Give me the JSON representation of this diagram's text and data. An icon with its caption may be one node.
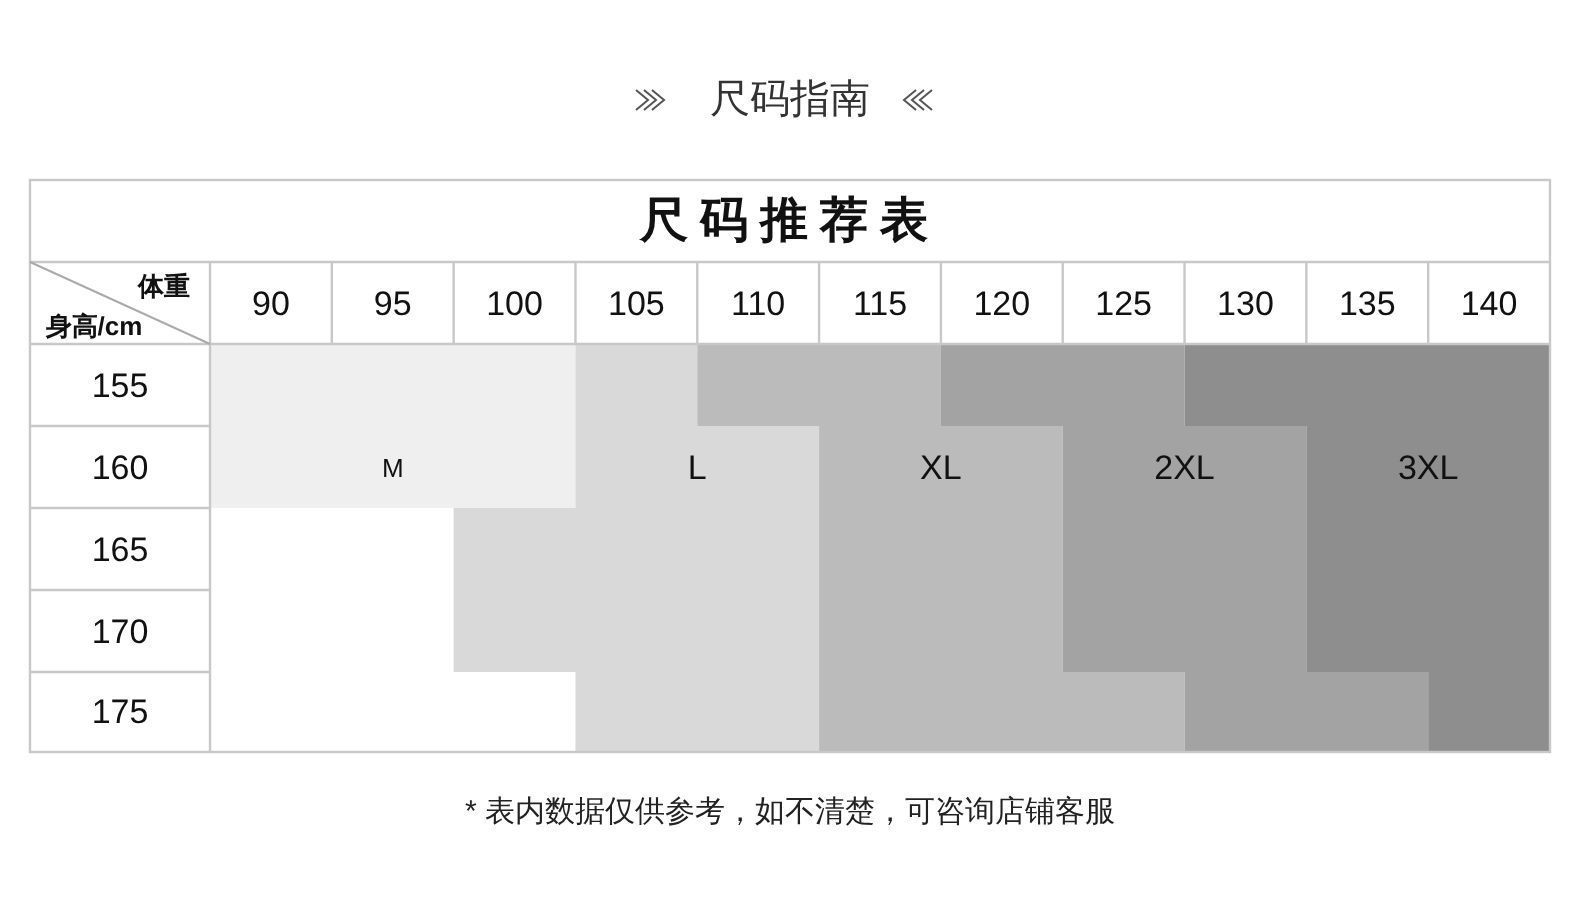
{
  "diagram": {
    "title": "尺码指南",
    "caption": "* 表内数据仅供参考，如不清楚，可咨询店铺客服",
    "labels": [
      "尺码推荐表",
      "体重",
      "身高/cm",
      "90",
      "95",
      "100",
      "105",
      "110",
      "115",
      "120",
      "125",
      "130",
      "135",
      "140",
      "155",
      "160",
      "M",
      "L",
      "XL",
      "2XL",
      "3XL",
      "165",
      "170",
      "175"
    ]
  }
}
